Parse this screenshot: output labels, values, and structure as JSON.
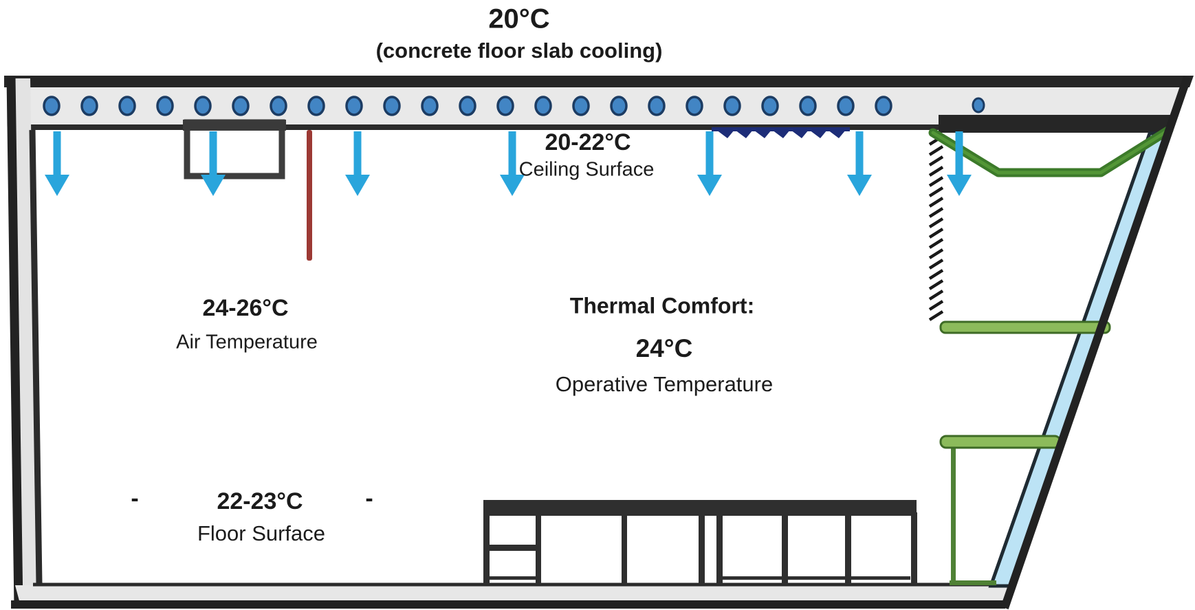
{
  "diagram_title": {
    "temperature": "20°C",
    "subtitle": "(concrete floor slab cooling)"
  },
  "annotations": {
    "ceiling": {
      "temperature": "20-22°C",
      "label": "Ceiling Surface"
    },
    "air": {
      "temperature": "24-26°C",
      "label": "Air Temperature"
    },
    "comfort": {
      "heading": "Thermal Comfort:",
      "temperature": "24°C",
      "label": "Operative Temperature"
    },
    "floor": {
      "temperature": "22-23°C",
      "label": "Floor Surface",
      "dash_left": "-",
      "dash_right": "-"
    }
  },
  "elements": {
    "cooling_pipe_count": 24,
    "supply_arrow_count": 7
  },
  "colors": {
    "arrow_blue": "#29a5dc",
    "pipe_fill": "#4285c4",
    "pipe_stroke": "#1c3c63",
    "slab_gray": "#e9e9e9",
    "outline_dark": "#262626",
    "window_blue": "#bce3f5",
    "window_stroke": "#1f2b33",
    "green_dark": "#3c7a2a",
    "green_light": "#8cbb5b",
    "green_mid": "#4f8135",
    "zigzag_navy": "#1d2d78",
    "probe_red": "#9c3934",
    "hatch_black": "#191919",
    "text_dark": "#1b1b1b"
  }
}
